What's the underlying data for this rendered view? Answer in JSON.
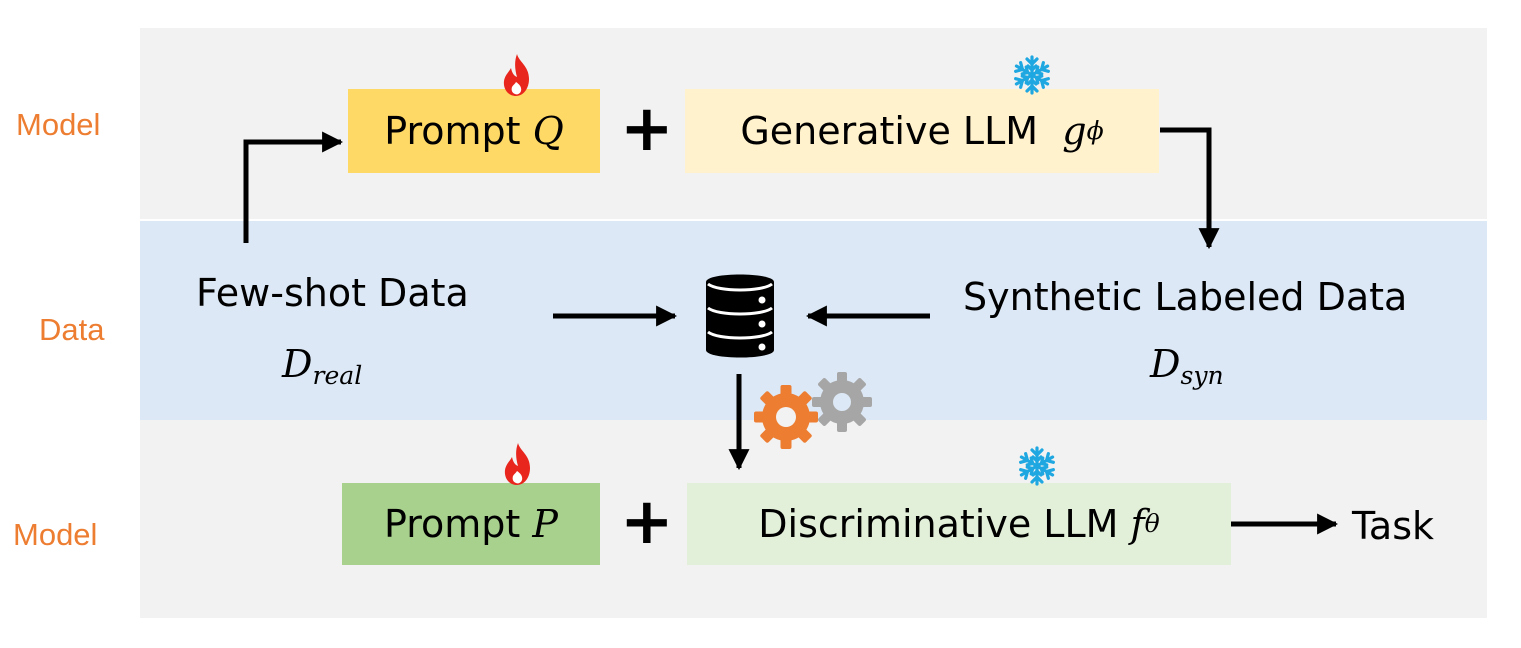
{
  "labels": {
    "model_top": "Model",
    "data": "Data",
    "model_bottom": "Model"
  },
  "top_row": {
    "prompt_word": "Prompt",
    "prompt_symbol": "Q",
    "plus": "+",
    "llm_text": "Generative LLM",
    "llm_symbol": "g",
    "llm_sub": "ϕ"
  },
  "data_row": {
    "few_shot_title": "Few-shot Data",
    "few_shot_symbol": "D",
    "few_shot_sub": "real",
    "synthetic_title": "Synthetic Labeled Data",
    "synthetic_symbol": "D",
    "synthetic_sub": "syn"
  },
  "bottom_row": {
    "prompt_word": "Prompt",
    "prompt_symbol": "P",
    "plus": "+",
    "llm_text": "Discriminative LLM",
    "llm_symbol": "f",
    "llm_sub": "θ",
    "task": "Task"
  },
  "icons": {
    "trainable": "fire-icon",
    "frozen": "snowflake-icon",
    "dataset": "database-icon",
    "training": "gears-icon"
  },
  "colors": {
    "row_label": "#ed7d31",
    "model_band": "#f2f2f2",
    "data_band": "#dce8f5",
    "prompt_q_fill": "#ffd966",
    "gen_llm_fill": "#fff2cc",
    "prompt_p_fill": "#a9d18e",
    "disc_llm_fill": "#e2efd9",
    "fire": "#e8261d",
    "snowflake": "#1ea7e1",
    "gear_orange": "#ed7d31",
    "gear_gray": "#a6a6a6"
  }
}
